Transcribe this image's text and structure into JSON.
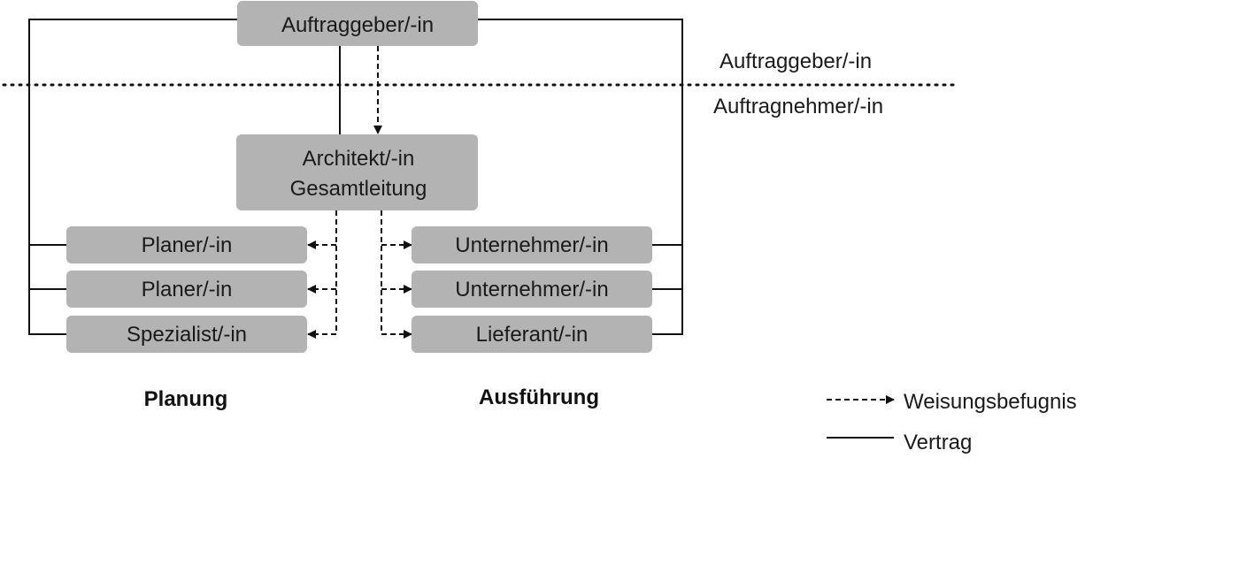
{
  "diagram": {
    "client": "Auftraggeber/-in",
    "architect": {
      "line1": "Architekt/-in",
      "line2": "Gesamtleitung"
    },
    "planning": [
      "Planer/-in",
      "Planer/-in",
      "Spezialist/-in"
    ],
    "execution": [
      "Unternehmer/-in",
      "Unternehmer/-in",
      "Lieferant/-in"
    ],
    "side_labels": {
      "above": "Auftraggeber/-in",
      "below": "Auftragnehmer/-in"
    },
    "groups": {
      "planning": "Planung",
      "execution": "Ausführung"
    }
  },
  "legend": {
    "authority": "Weisungsbefugnis",
    "contract": "Vertrag"
  },
  "colors": {
    "box_fill": "#b3b3b3",
    "line": "#111111"
  }
}
